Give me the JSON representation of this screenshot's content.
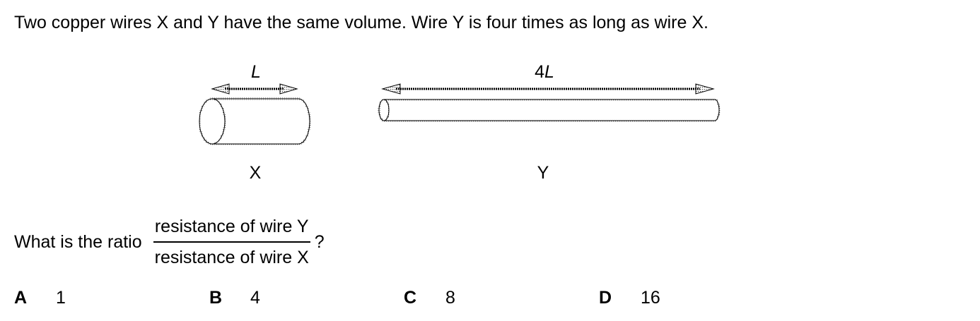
{
  "stem": "Two copper wires X and Y have the same volume. Wire Y is four times as long as wire X.",
  "diagram": {
    "wire_x_length_label": "L",
    "wire_y_length_label_number": "4",
    "wire_y_length_label_var": "L",
    "wire_x_label": "X",
    "wire_y_label": "Y"
  },
  "question": {
    "prefix": "What is the ratio",
    "numerator": "resistance of wire Y",
    "denominator": "resistance of wire X",
    "suffix": "?"
  },
  "options": [
    {
      "letter": "A",
      "value": "1"
    },
    {
      "letter": "B",
      "value": "4"
    },
    {
      "letter": "C",
      "value": "8"
    },
    {
      "letter": "D",
      "value": "16"
    }
  ]
}
